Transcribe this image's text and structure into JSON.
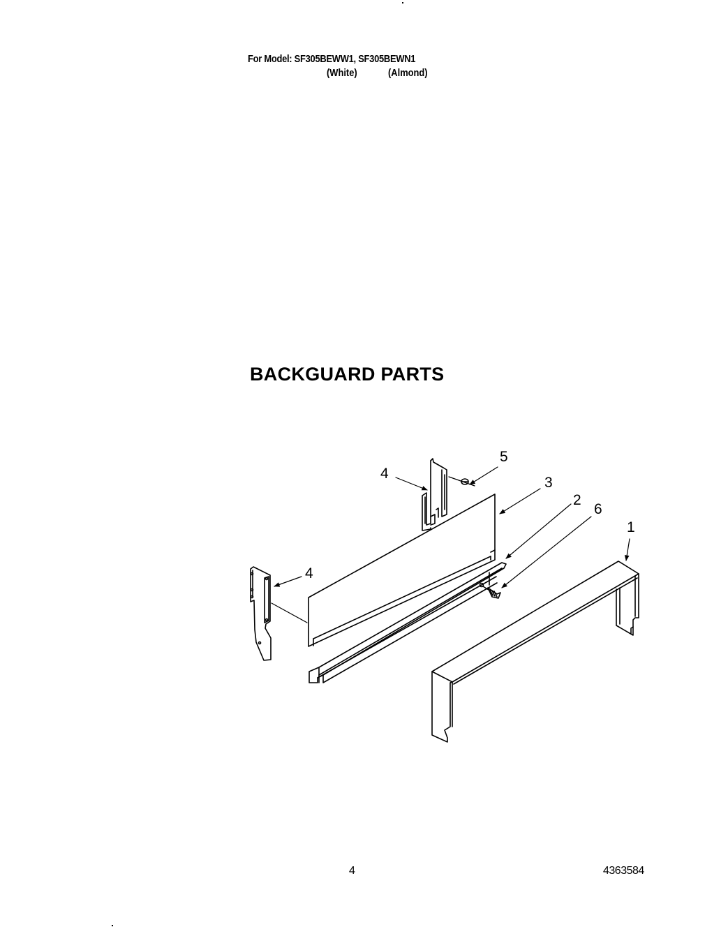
{
  "header": {
    "model_line": "For Model: SF305BEWW1, SF305BEWN1",
    "color_white": "(White)",
    "color_almond": "(Almond)"
  },
  "section": {
    "title": "BACKGUARD PARTS"
  },
  "diagram": {
    "callouts": [
      {
        "id": "1",
        "label": "1",
        "part": "backguard-frame"
      },
      {
        "id": "2",
        "label": "2",
        "part": "trim-strip"
      },
      {
        "id": "3",
        "label": "3",
        "part": "backguard-panel"
      },
      {
        "id": "4a",
        "label": "4",
        "part": "end-bracket-right"
      },
      {
        "id": "4b",
        "label": "4",
        "part": "end-bracket-left"
      },
      {
        "id": "5",
        "label": "5",
        "part": "screw"
      },
      {
        "id": "6",
        "label": "6",
        "part": "screw-spring"
      }
    ]
  },
  "footer": {
    "page_number": "4",
    "document_number": "4363584"
  }
}
